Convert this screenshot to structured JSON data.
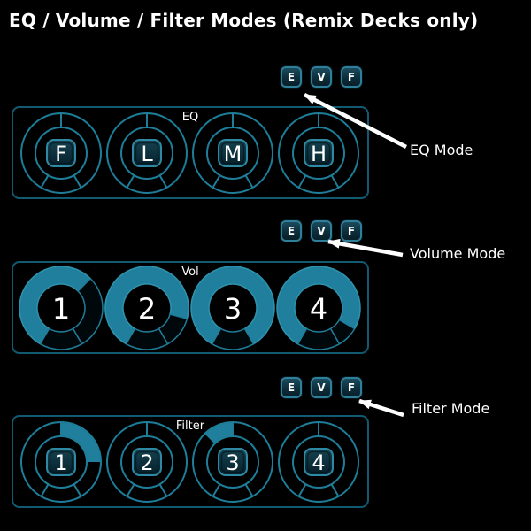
{
  "title": "EQ / Volume / Filter Modes (Remix Decks only)",
  "mode_buttons": [
    "E",
    "V",
    "F"
  ],
  "colors": {
    "background": "#000000",
    "knob_stroke": "#1E7E9A",
    "knob_fill": "#1F7F9D",
    "knob_fill_edge": "#2F93AD",
    "panel_border": "#115A72",
    "button_border": "#2E8AA4",
    "text": "#FFFFFF"
  },
  "groups": [
    {
      "panel_label": "EQ",
      "callout": "EQ Mode",
      "knob_type": "outline",
      "knobs": [
        {
          "label": "F"
        },
        {
          "label": "L"
        },
        {
          "label": "M"
        },
        {
          "label": "H"
        }
      ]
    },
    {
      "panel_label": "Vol",
      "callout": "Volume Mode",
      "knob_type": "donut",
      "knobs": [
        {
          "label": "1",
          "value": 0.65
        },
        {
          "label": "2",
          "value": 0.85
        },
        {
          "label": "3",
          "value": 1.0
        },
        {
          "label": "4",
          "value": 0.9
        }
      ]
    },
    {
      "panel_label": "Filter",
      "callout": "Filter Mode",
      "knob_type": "outline",
      "knobs": [
        {
          "label": "1",
          "arc_start_deg": 0,
          "arc_end_deg": 90
        },
        {
          "label": "2"
        },
        {
          "label": "3",
          "arc_start_deg": -45,
          "arc_end_deg": 0
        },
        {
          "label": "4"
        }
      ]
    }
  ]
}
